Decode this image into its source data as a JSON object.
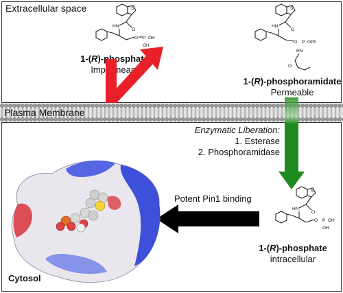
{
  "regions": {
    "extracellular": "Extracellular space",
    "membrane": "Plasma Membrane",
    "cytosol": "Cytosol"
  },
  "compounds": {
    "top_left": {
      "name_prefix": "1-(",
      "name_r": "R",
      "name_suffix": ")-phosphate",
      "status": "Impermeant"
    },
    "top_right": {
      "name_prefix": "1-(",
      "name_r": "R",
      "name_suffix": ")-phosphoramidate",
      "status": "Permeable"
    },
    "bottom_right": {
      "name_prefix": "1-(",
      "name_r": "R",
      "name_suffix": ")-phosphate",
      "status": "intracellular"
    }
  },
  "liberation": {
    "title": "Enzymatic Liberation:",
    "step1": "1. Esterase",
    "step2": "2. Phosphoramidase"
  },
  "binding_label": "Potent Pin1 binding",
  "atoms": {
    "s": "S",
    "o": "O",
    "p": "P",
    "oh": "OH",
    "hn": "HN",
    "ph": "OPh",
    "o_minus": "O–P–OH"
  },
  "colors": {
    "red_arrow": "#e8202a",
    "green_arrow": "#1f8a1f",
    "black_arrow": "#000000",
    "membrane": "#cfcfcf",
    "protein_blue": "#2b3fd6",
    "protein_red": "#d9323a",
    "protein_white": "#e9e6ee"
  }
}
